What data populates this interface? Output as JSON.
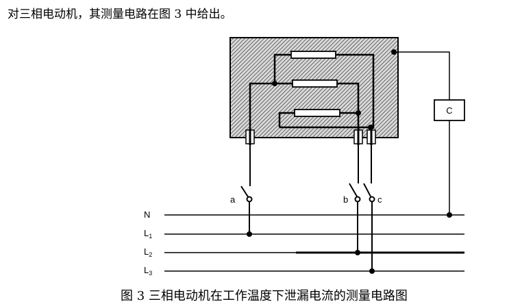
{
  "intro_text": "对三相电动机，其测量电路在图 3 中给出。",
  "caption": "图 3  三相电动机在工作温度下泄漏电流的测量电路图",
  "diagram": {
    "meter_label": "C",
    "switch_labels": {
      "a": "a",
      "b": "b",
      "c": "c"
    },
    "lines": [
      {
        "id": "N",
        "label": "N",
        "sub": ""
      },
      {
        "id": "L1",
        "label": "L",
        "sub": "1"
      },
      {
        "id": "L2",
        "label": "L",
        "sub": "2"
      },
      {
        "id": "L3",
        "label": "L",
        "sub": "3"
      }
    ]
  }
}
